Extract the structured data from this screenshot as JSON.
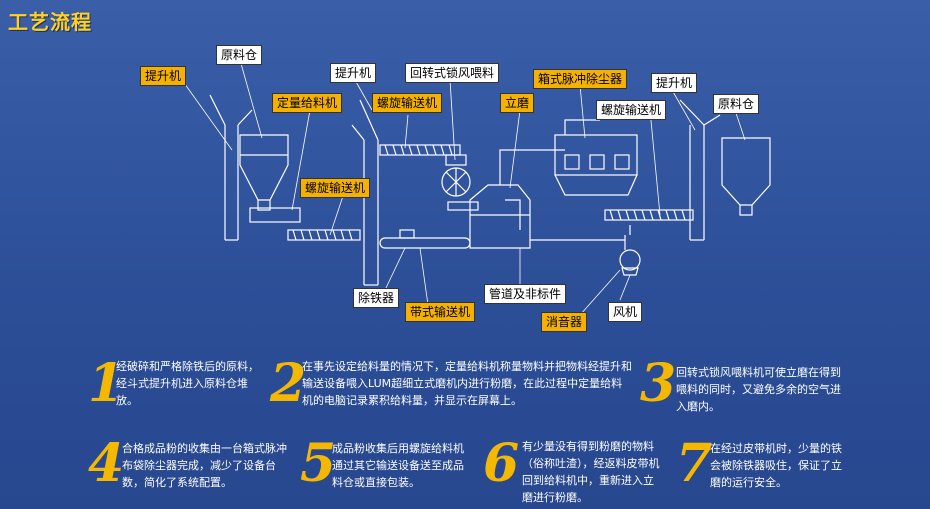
{
  "title": "工艺流程",
  "labels": {
    "elevator_left": "提升机",
    "raw_bin_left": "原料仓",
    "elevator_mid": "提升机",
    "rotary_feeder": "回转式锁风喂料",
    "box_pulse_dust": "箱式脉冲除尘器",
    "elevator_right": "提升机",
    "raw_bin_right": "原料仓",
    "fixed_feeder": "定量给料机",
    "screw_top": "螺旋输送机",
    "vertical_mill": "立磨",
    "screw_right": "螺旋输送机",
    "screw_left": "螺旋输送机",
    "iron_remover": "除铁器",
    "belt_conveyor": "带式输送机",
    "pipes": "管道及非标件",
    "silencer": "消音器",
    "fan": "风机"
  },
  "steps": [
    {
      "num": "1",
      "text": "经破碎和严格除铁后的原料，经斗式提升机进入原料仓堆放。"
    },
    {
      "num": "2",
      "text": "在事先设定给料量的情况下，定量给料机称量物料并把物料经提升和输送设备喂入LUM超细立式磨机内进行粉磨，在此过程中定量给料机的电脑记录累积给料量，并显示在屏幕上。"
    },
    {
      "num": "3",
      "text": "回转式锁风喂料机可使立磨在得到喂料的同时，又避免多余的空气进入磨内。"
    },
    {
      "num": "4",
      "text": "合格成品粉的收集由一台箱式脉冲布袋除尘器完成，减少了设备台数，简化了系统配置。"
    },
    {
      "num": "5",
      "text": "成品粉收集后用螺旋给料机通过其它输送设备送至成品料仓或直接包装。"
    },
    {
      "num": "6",
      "text": "有少量没有得到粉磨的物料（俗称吐渣），经返料皮带机回到给料机中，重新进入立磨进行粉磨。"
    },
    {
      "num": "7",
      "text": "在经过皮带机时，少量的铁会被除铁器吸住，保证了立磨的运行安全。"
    }
  ]
}
